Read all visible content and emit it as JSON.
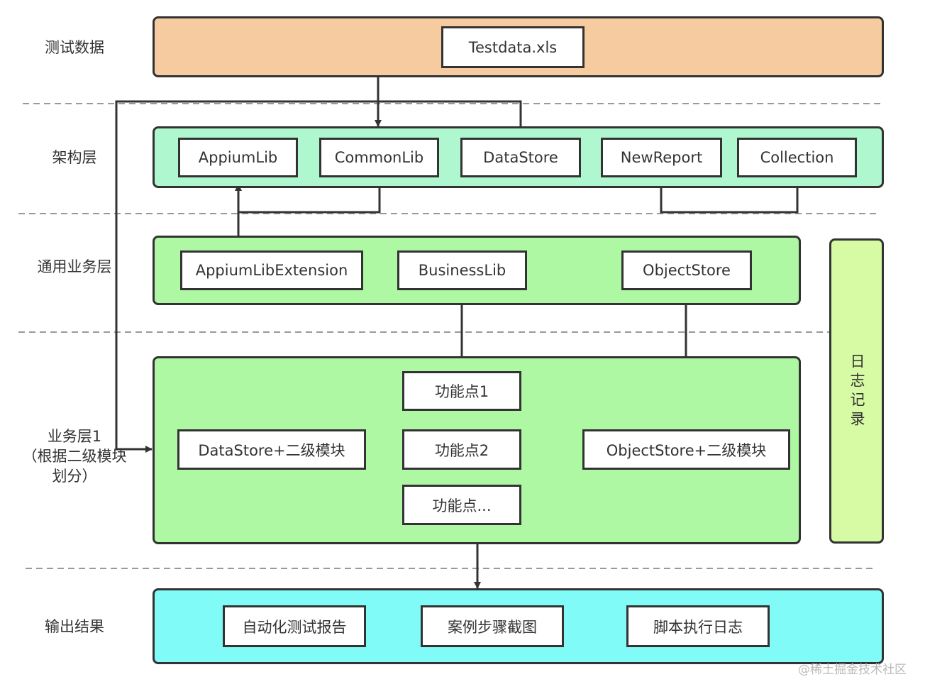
{
  "colors": {
    "test_data_layer": "#f7cba0",
    "framework_layer": "#aef7cf",
    "common_business_layer": "#aef7a3",
    "business_layer": "#aef7a3",
    "output_layer": "#80fbf8",
    "log_panel": "#d6fba4",
    "stroke": "#333333",
    "divider": "#999999"
  },
  "row_labels": {
    "test_data": "测试数据",
    "framework": "架构层",
    "common_business": "通用业务层",
    "business_line1": "业务层1",
    "business_line2": "（根据二级模块",
    "business_line3": "划分）",
    "output": "输出结果"
  },
  "test_data_layer": {
    "file": "Testdata.xls"
  },
  "framework_layer": {
    "nodes": [
      "AppiumLib",
      "CommonLib",
      "DataStore",
      "NewReport",
      "Collection"
    ]
  },
  "common_business_layer": {
    "nodes": [
      "AppiumLibExtension",
      "BusinessLib",
      "ObjectStore"
    ]
  },
  "business_layer": {
    "left_module": "DataStore+二级模块",
    "right_module": "ObjectStore+二级模块",
    "feature_points": [
      "功能点1",
      "功能点2",
      "功能点..."
    ]
  },
  "log_panel": {
    "label": "日志记录"
  },
  "output_layer": {
    "nodes": [
      "自动化测试报告",
      "案例步骤截图",
      "脚本执行日志"
    ]
  },
  "watermark": "@稀土掘金技术社区"
}
